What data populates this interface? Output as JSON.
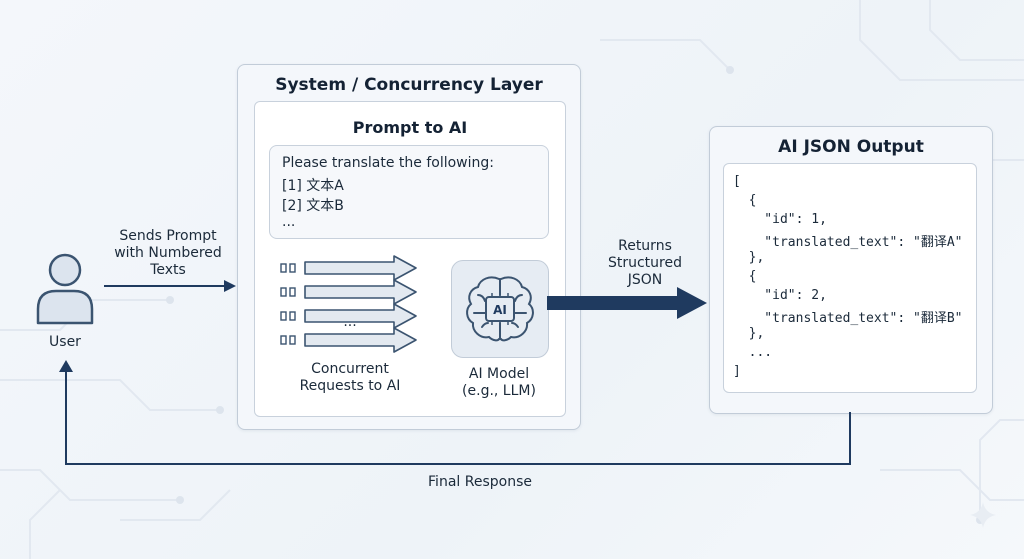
{
  "user": {
    "label": "User",
    "icon": "user-icon"
  },
  "edges": {
    "sends_prompt": [
      "Sends Prompt",
      "with Numbered",
      "Texts"
    ],
    "returns_json": [
      "Returns",
      "Structured",
      "JSON"
    ],
    "final_response": "Final Response"
  },
  "system_layer": {
    "title": "System / Concurrency Layer",
    "prompt": {
      "title": "Prompt to AI",
      "lines": [
        "Please translate the following:",
        "[1] 文本A",
        "[2] 文本B",
        "..."
      ]
    },
    "requests": {
      "ellipsis": "...",
      "label": [
        "Concurrent",
        "Requests to AI"
      ]
    },
    "model": {
      "badge": "AI",
      "label": [
        "AI Model",
        "(e.g., LLM)"
      ],
      "icon": "brain-chip-icon"
    }
  },
  "output": {
    "title": "AI JSON Output",
    "json_lines": [
      "[",
      "  {",
      "    \"id\": 1,",
      "    \"translated_text\": \"翻译A\"",
      "  },",
      "  {",
      "    \"id\": 2,",
      "    \"translated_text\": \"翻译B\"",
      "  },",
      "  ...",
      "]"
    ]
  },
  "colors": {
    "arrow": "#1f3a5f",
    "request_arrow": "#dfe6ee",
    "panel_border": "#c2ccd8"
  }
}
